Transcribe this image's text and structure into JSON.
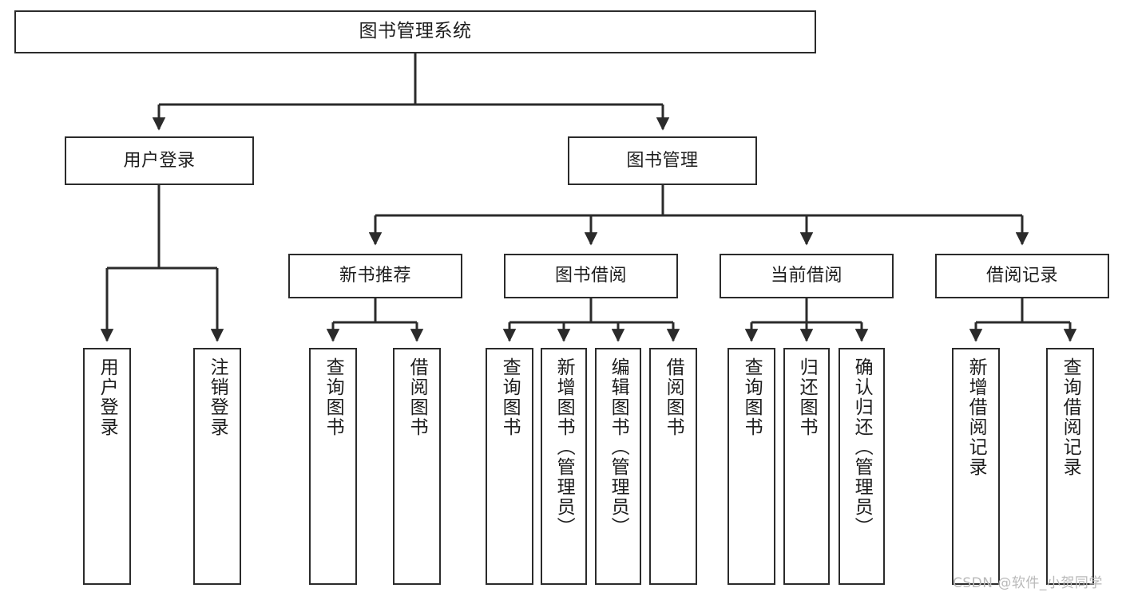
{
  "diagram": {
    "type": "tree-hierarchy",
    "orientation": "top-down",
    "root": {
      "label": "图书管理系统"
    },
    "level2": [
      {
        "label": "用户登录"
      },
      {
        "label": "图书管理"
      }
    ],
    "groups": [
      {
        "label": "新书推荐"
      },
      {
        "label": "图书借阅"
      },
      {
        "label": "当前借阅"
      },
      {
        "label": "借阅记录"
      }
    ],
    "leaves": {
      "user_login": [
        {
          "label": "用户登录"
        },
        {
          "label": "注销登录"
        }
      ],
      "new_book_recommend": [
        {
          "label": "查询图书"
        },
        {
          "label": "借阅图书"
        }
      ],
      "book_borrow": [
        {
          "label": "查询图书"
        },
        {
          "label": "新增图书（管理员）"
        },
        {
          "label": "编辑图书（管理员）"
        },
        {
          "label": "借阅图书"
        }
      ],
      "current_borrow": [
        {
          "label": "查询图书"
        },
        {
          "label": "归还图书"
        },
        {
          "label": "确认归还（管理员）"
        }
      ],
      "borrow_record": [
        {
          "label": "新增借阅记录"
        },
        {
          "label": "查询借阅记录"
        }
      ]
    }
  },
  "watermark": {
    "text": "CSDN @软件_小贺同学"
  },
  "colors": {
    "stroke": "#2b2b2b",
    "background": "#ffffff",
    "text": "#1d1d1d",
    "watermark": "#b9b9b9"
  }
}
